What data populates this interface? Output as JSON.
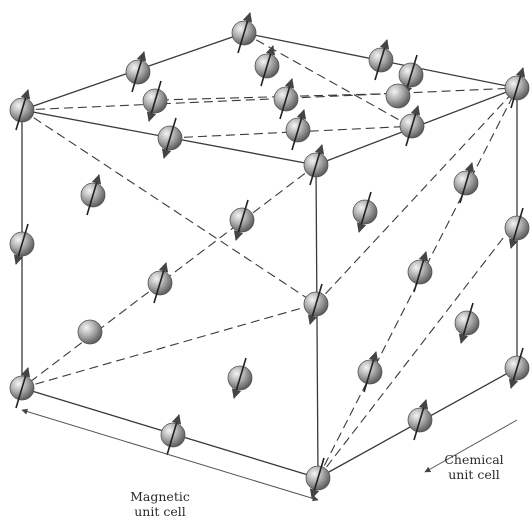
{
  "figure": {
    "labels": {
      "magnetic_line1": "Magnetic",
      "magnetic_line2": "unit cell",
      "chemical_line1": "Chemical",
      "chemical_line2": "unit cell"
    },
    "colors": {
      "background": "#ffffff",
      "edge": "#3a3a3a",
      "atom": "#9a9a9a",
      "spin_arrow": "#222222"
    }
  }
}
